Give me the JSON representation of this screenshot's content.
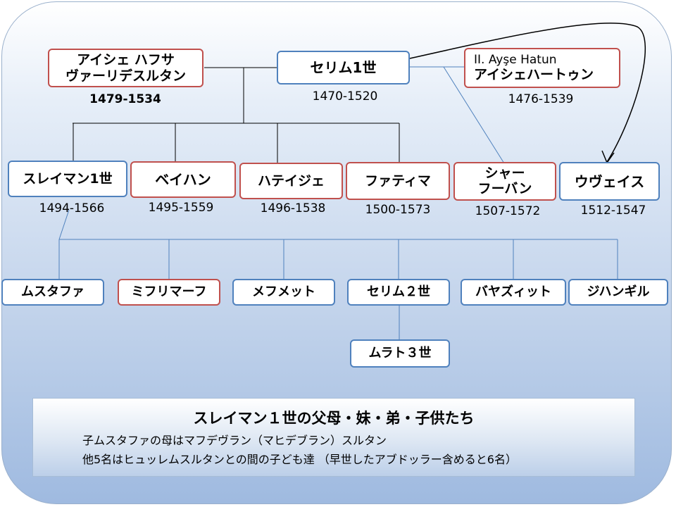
{
  "colors": {
    "blue_border": "#4f81bd",
    "red_border": "#c0504d",
    "line": "#000000",
    "thin_line": "#4f81bd"
  },
  "people": {
    "selim1": {
      "name": "セリム1世",
      "years": "1470-1520"
    },
    "hafsa": {
      "name_line1": "アイシェ ハフサ",
      "name_line2": "ヴァーリデスルタン",
      "years": "1479-1534"
    },
    "ayse": {
      "name_line1": "II. Ayşe Hatun",
      "name_line2": "アイシェハートゥン",
      "years": "1476-1539"
    },
    "suleiman": {
      "name": "スレイマン1世",
      "years": "1494-1566"
    },
    "beyhan": {
      "name": "ベイハン",
      "years": "1495-1559"
    },
    "hatice": {
      "name": "ハテイジェ",
      "years": "1496-1538"
    },
    "fatima": {
      "name": "ファティマ",
      "years": "1500-1573"
    },
    "shah": {
      "name_line1": "シャー",
      "name_line2": "フーバン",
      "years": "1507-1572"
    },
    "uveys": {
      "name": "ウヴェイス",
      "years": "1512-1547"
    },
    "mustafa": {
      "name": "ムスタファ"
    },
    "mihrimah": {
      "name": "ミフリマーフ"
    },
    "mehmet": {
      "name": "メフメット"
    },
    "selim2": {
      "name": "セリム２世"
    },
    "bayezid": {
      "name": "バヤズィット"
    },
    "cihangir": {
      "name": "ジハンギル"
    },
    "murad3": {
      "name": "ムラト３世"
    }
  },
  "info": {
    "title": "スレイマン１世の父母・妹・弟・子供たち",
    "line1": "子ムスタファの母はマフデヴラン（マヒデブラン）スルタン",
    "line2": "他5名はヒュッレムスルタンとの間の子ども達 （早世したアブドッラー含めると6名）"
  }
}
